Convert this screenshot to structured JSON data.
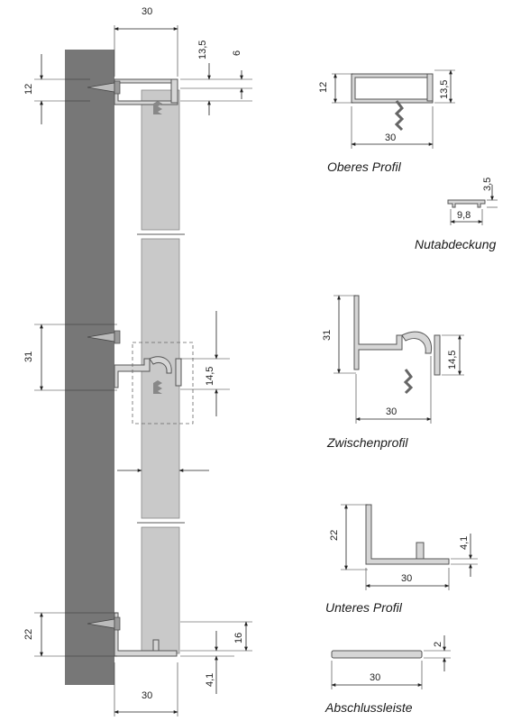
{
  "captions": {
    "oberes": "Oberes Profil",
    "nutab": "Nutabdeckung",
    "zwischen": "Zwischenprofil",
    "unteres": "Unteres Profil",
    "abschluss": "Abschlussleiste"
  },
  "dims_main": {
    "top_width": "30",
    "top_h1": "13,5",
    "top_h2": "6",
    "left_12": "12",
    "left_31": "31",
    "mid_145": "14,5",
    "left_22": "22",
    "bot_16": "16",
    "bot_41": "4,1",
    "bottom_width": "30"
  },
  "dims_oberes": {
    "h": "12",
    "h2": "13,5",
    "w": "30"
  },
  "dims_nutab": {
    "h": "3,5",
    "w": "9,8"
  },
  "dims_zwischen": {
    "h": "31",
    "h2": "14,5",
    "w": "30"
  },
  "dims_unteres": {
    "h": "22",
    "h2": "4,1",
    "w": "30"
  },
  "dims_abschluss": {
    "h": "2",
    "w": "30"
  }
}
